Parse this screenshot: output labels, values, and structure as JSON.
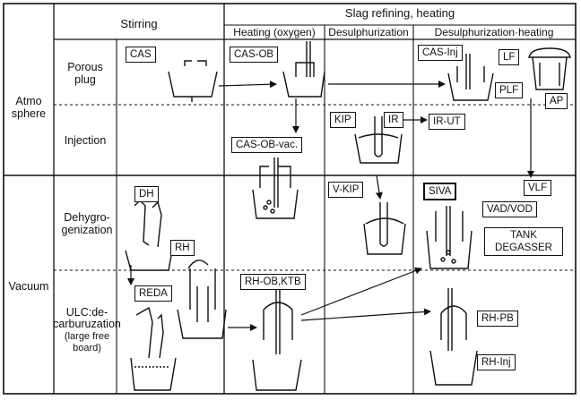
{
  "header": {
    "stirring": "Stirring",
    "slag_refining": "Slag refining, heating",
    "heating_oxygen": "Heating (oxygen)",
    "desulphurization": "Desulphurization",
    "desulph_heating": "Desulphurization·heating"
  },
  "rows": {
    "atmosphere": "Atmo\nsphere",
    "porous_plug": "Porous\nplug",
    "injection": "Injection",
    "vacuum": "Vacuum",
    "dehydrogenization": "Dehygro-\ngenization",
    "ulc_line1": "ULC:de-",
    "ulc_line2": "carburuzation",
    "ulc_line3": "(large free",
    "ulc_line4": "board)"
  },
  "processes": {
    "cas": "CAS",
    "cas_ob": "CAS-OB",
    "cas_inj": "CAS-Inj",
    "lf": "LF",
    "plf": "PLF",
    "ap": "AP",
    "kip": "KIP",
    "ir": "IR",
    "ir_ut": "IR-UT",
    "cas_ob_vac": "CAS-OB-vac.",
    "v_kip": "V-KIP",
    "siva": "SIVA",
    "vlf": "VLF",
    "vad_vod": "VAD/VOD",
    "tank_degasser": "TANK\nDEGASSER",
    "dh": "DH",
    "rh": "RH",
    "reda": "REDA",
    "rh_ob_ktb": "RH-OB,KTB",
    "rh_pb": "RH-PB",
    "rh_inj": "RH-Inj"
  }
}
